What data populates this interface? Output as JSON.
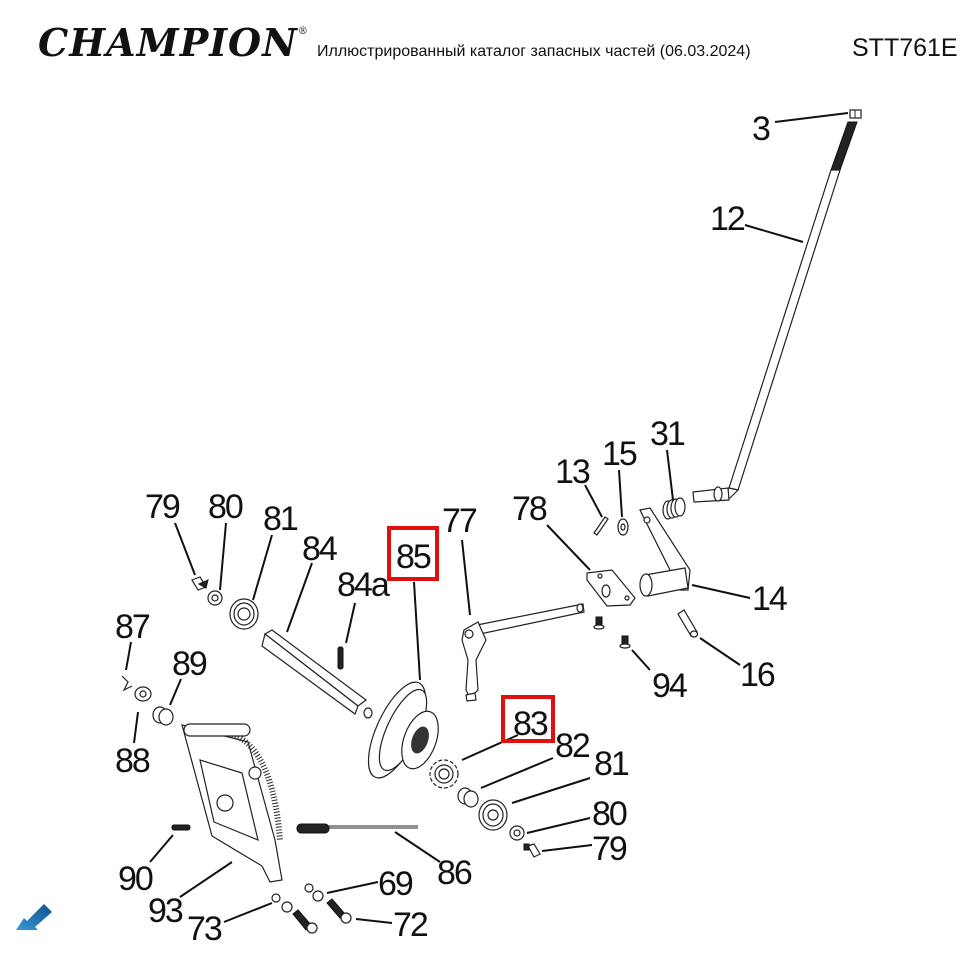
{
  "header": {
    "brand": "CHAMPION",
    "brand_mark": "®",
    "title": "Иллюстрированный каталог запасных частей (06.03.2024)",
    "model": "STT761E"
  },
  "highlight_color": "#e01010",
  "callouts": {
    "c3": "3",
    "c12": "12",
    "c31": "31",
    "c15": "15",
    "c13": "13",
    "c78": "78",
    "c77": "77",
    "c14": "14",
    "c16": "16",
    "c94": "94",
    "c79a": "79",
    "c80a": "80",
    "c81a": "81",
    "c84": "84",
    "c84a": "84a",
    "c85": "85",
    "c87": "87",
    "c89": "89",
    "c88": "88",
    "c83": "83",
    "c82": "82",
    "c81b": "81",
    "c80b": "80",
    "c79b": "79",
    "c86": "86",
    "c90": "90",
    "c93": "93",
    "c73": "73",
    "c69": "69",
    "c72": "72"
  },
  "highlighted_parts": [
    "85",
    "83"
  ],
  "nav": {
    "icon": "back-arrow-icon"
  }
}
